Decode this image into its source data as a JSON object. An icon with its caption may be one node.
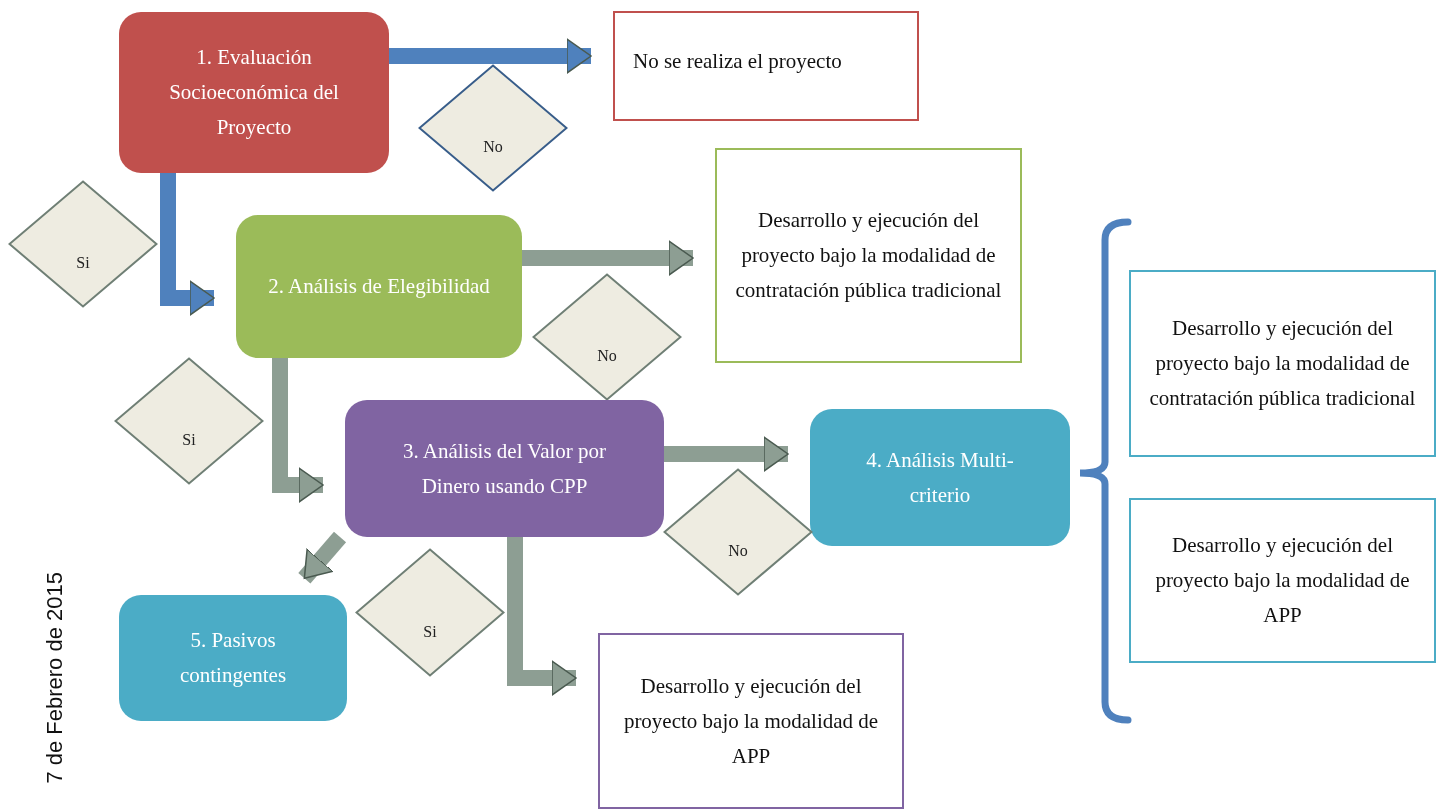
{
  "diagram": {
    "nodes": [
      {
        "text": [
          "1. Evaluación Socioeconómica del Proyecto"
        ]
      },
      {
        "text": [
          "No se realiza el proyecto"
        ]
      },
      {
        "text": [
          "No"
        ]
      },
      {
        "text": [
          "Si"
        ]
      },
      {
        "text": [
          "2. Análisis de Elegibilidad"
        ]
      },
      {
        "text": [
          "Desarrollo y ejecución del proyecto bajo la modalidad de contratación pública tradicional"
        ]
      },
      {
        "text": [
          "No"
        ]
      },
      {
        "text": [
          "Si"
        ]
      },
      {
        "text": [
          "3. Análisis del Valor por Dinero usando CPP"
        ]
      },
      {
        "text": [
          "4. Análisis Multi-criterio"
        ]
      },
      {
        "text": [
          "No"
        ]
      },
      {
        "text": [
          "Desarrollo y ejecución del proyecto bajo la modalidad de contratación pública tradicional"
        ]
      },
      {
        "text": [
          "Desarrollo y ejecución del proyecto bajo la modalidad de APP"
        ]
      },
      {
        "text": [
          "5. Pasivos contingentes"
        ]
      },
      {
        "text": [
          "Si"
        ]
      },
      {
        "text": [
          "Desarrollo y ejecución del proyecto bajo la modalidad de APP"
        ]
      }
    ],
    "edges": [
      {
        "from": 0,
        "to": 1,
        "arrow": "to",
        "color": "#4f81bd"
      },
      {
        "from": 0,
        "to": 4,
        "arrow": "to",
        "color": "#4f81bd"
      },
      {
        "from": 4,
        "to": 5,
        "arrow": "to"
      },
      {
        "from": 4,
        "to": 8,
        "arrow": "to"
      },
      {
        "from": 8,
        "to": 9,
        "arrow": "to"
      },
      {
        "from": 8,
        "to": 13,
        "arrow": "to"
      },
      {
        "from": 8,
        "to": 15,
        "arrow": "to"
      }
    ],
    "labels": [
      "7 de Febrero de 2015"
    ]
  }
}
